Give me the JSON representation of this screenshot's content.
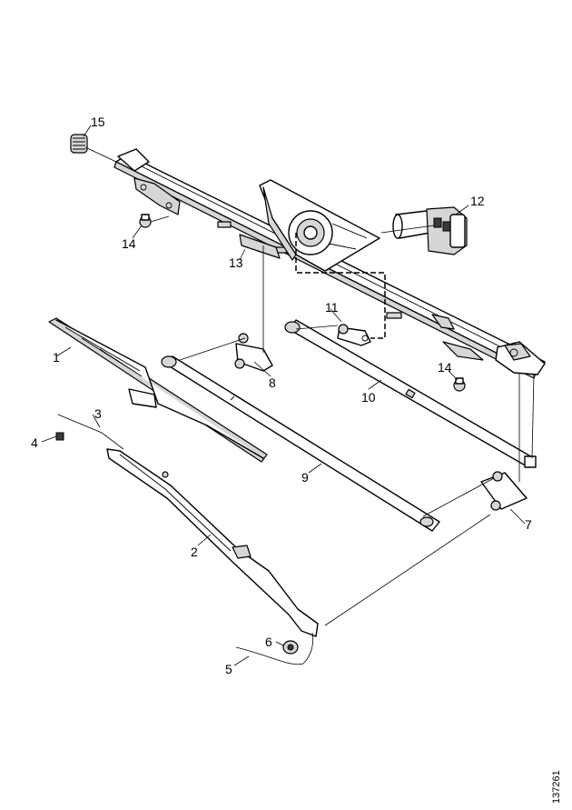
{
  "callouts": {
    "c1": "1",
    "c2": "2",
    "c3": "3",
    "c4": "4",
    "c5": "5",
    "c6": "6",
    "c7": "7",
    "c8": "8",
    "c9": "9",
    "c10": "10",
    "c11": "11",
    "c12": "12",
    "c13": "13",
    "c14a": "14",
    "c14b": "14",
    "c15": "15"
  },
  "figure_number": "137261",
  "colors": {
    "line": "#000000",
    "fill": "#ffffff",
    "shade": "#d6d6d6"
  }
}
